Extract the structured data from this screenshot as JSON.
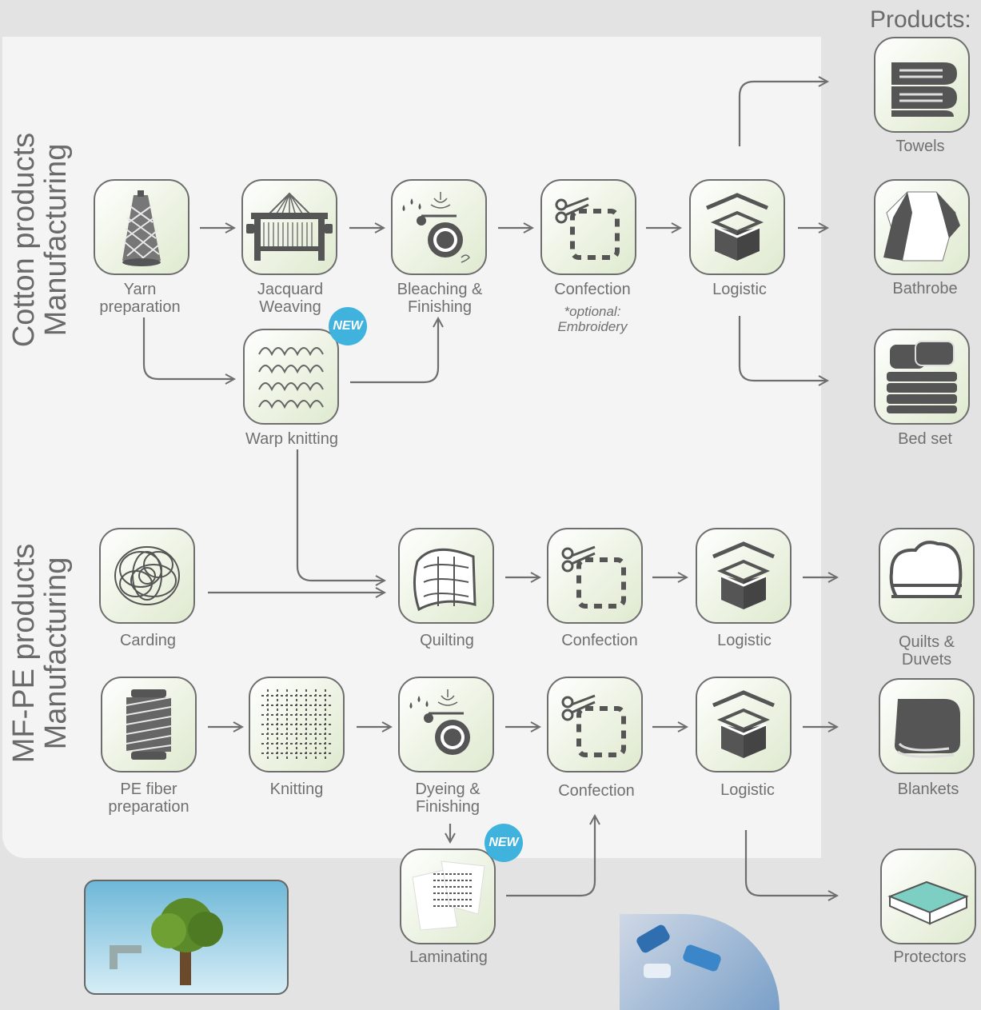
{
  "sections": {
    "cotton": "Cotton products\nManufacturing",
    "mfpe": "MF-PE  products\nManufacturing"
  },
  "products_title": "Products:",
  "badge_new": "NEW",
  "steps": {
    "yarn": "Yarn\npreparation",
    "jacquard": "Jacquard\nWeaving",
    "bleaching": "Bleaching &\nFinishing",
    "confection1": "Confection",
    "confection_note": "*optional:\nEmbroidery",
    "logistic1": "Logistic",
    "warp": "Warp knitting",
    "carding": "Carding",
    "quilting": "Quilting",
    "confection2": "Confection",
    "logistic2": "Logistic",
    "pe_fiber": "PE fiber\npreparation",
    "knitting": "Knitting",
    "dyeing": "Dyeing &\nFinishing",
    "confection3": "Confection",
    "logistic3": "Logistic",
    "laminating": "Laminating"
  },
  "products": {
    "towels": "Towels",
    "bathrobe": "Bathrobe",
    "bedset": "Bed set",
    "quilts": "Quilts &\nDuvets",
    "blankets": "Blankets",
    "protectors": "Protectors"
  },
  "colors": {
    "accent": "#3fb2dd",
    "tile_bg": "#e6efdb",
    "icon": "#5f5f5f",
    "line": "#6e6e6e"
  }
}
